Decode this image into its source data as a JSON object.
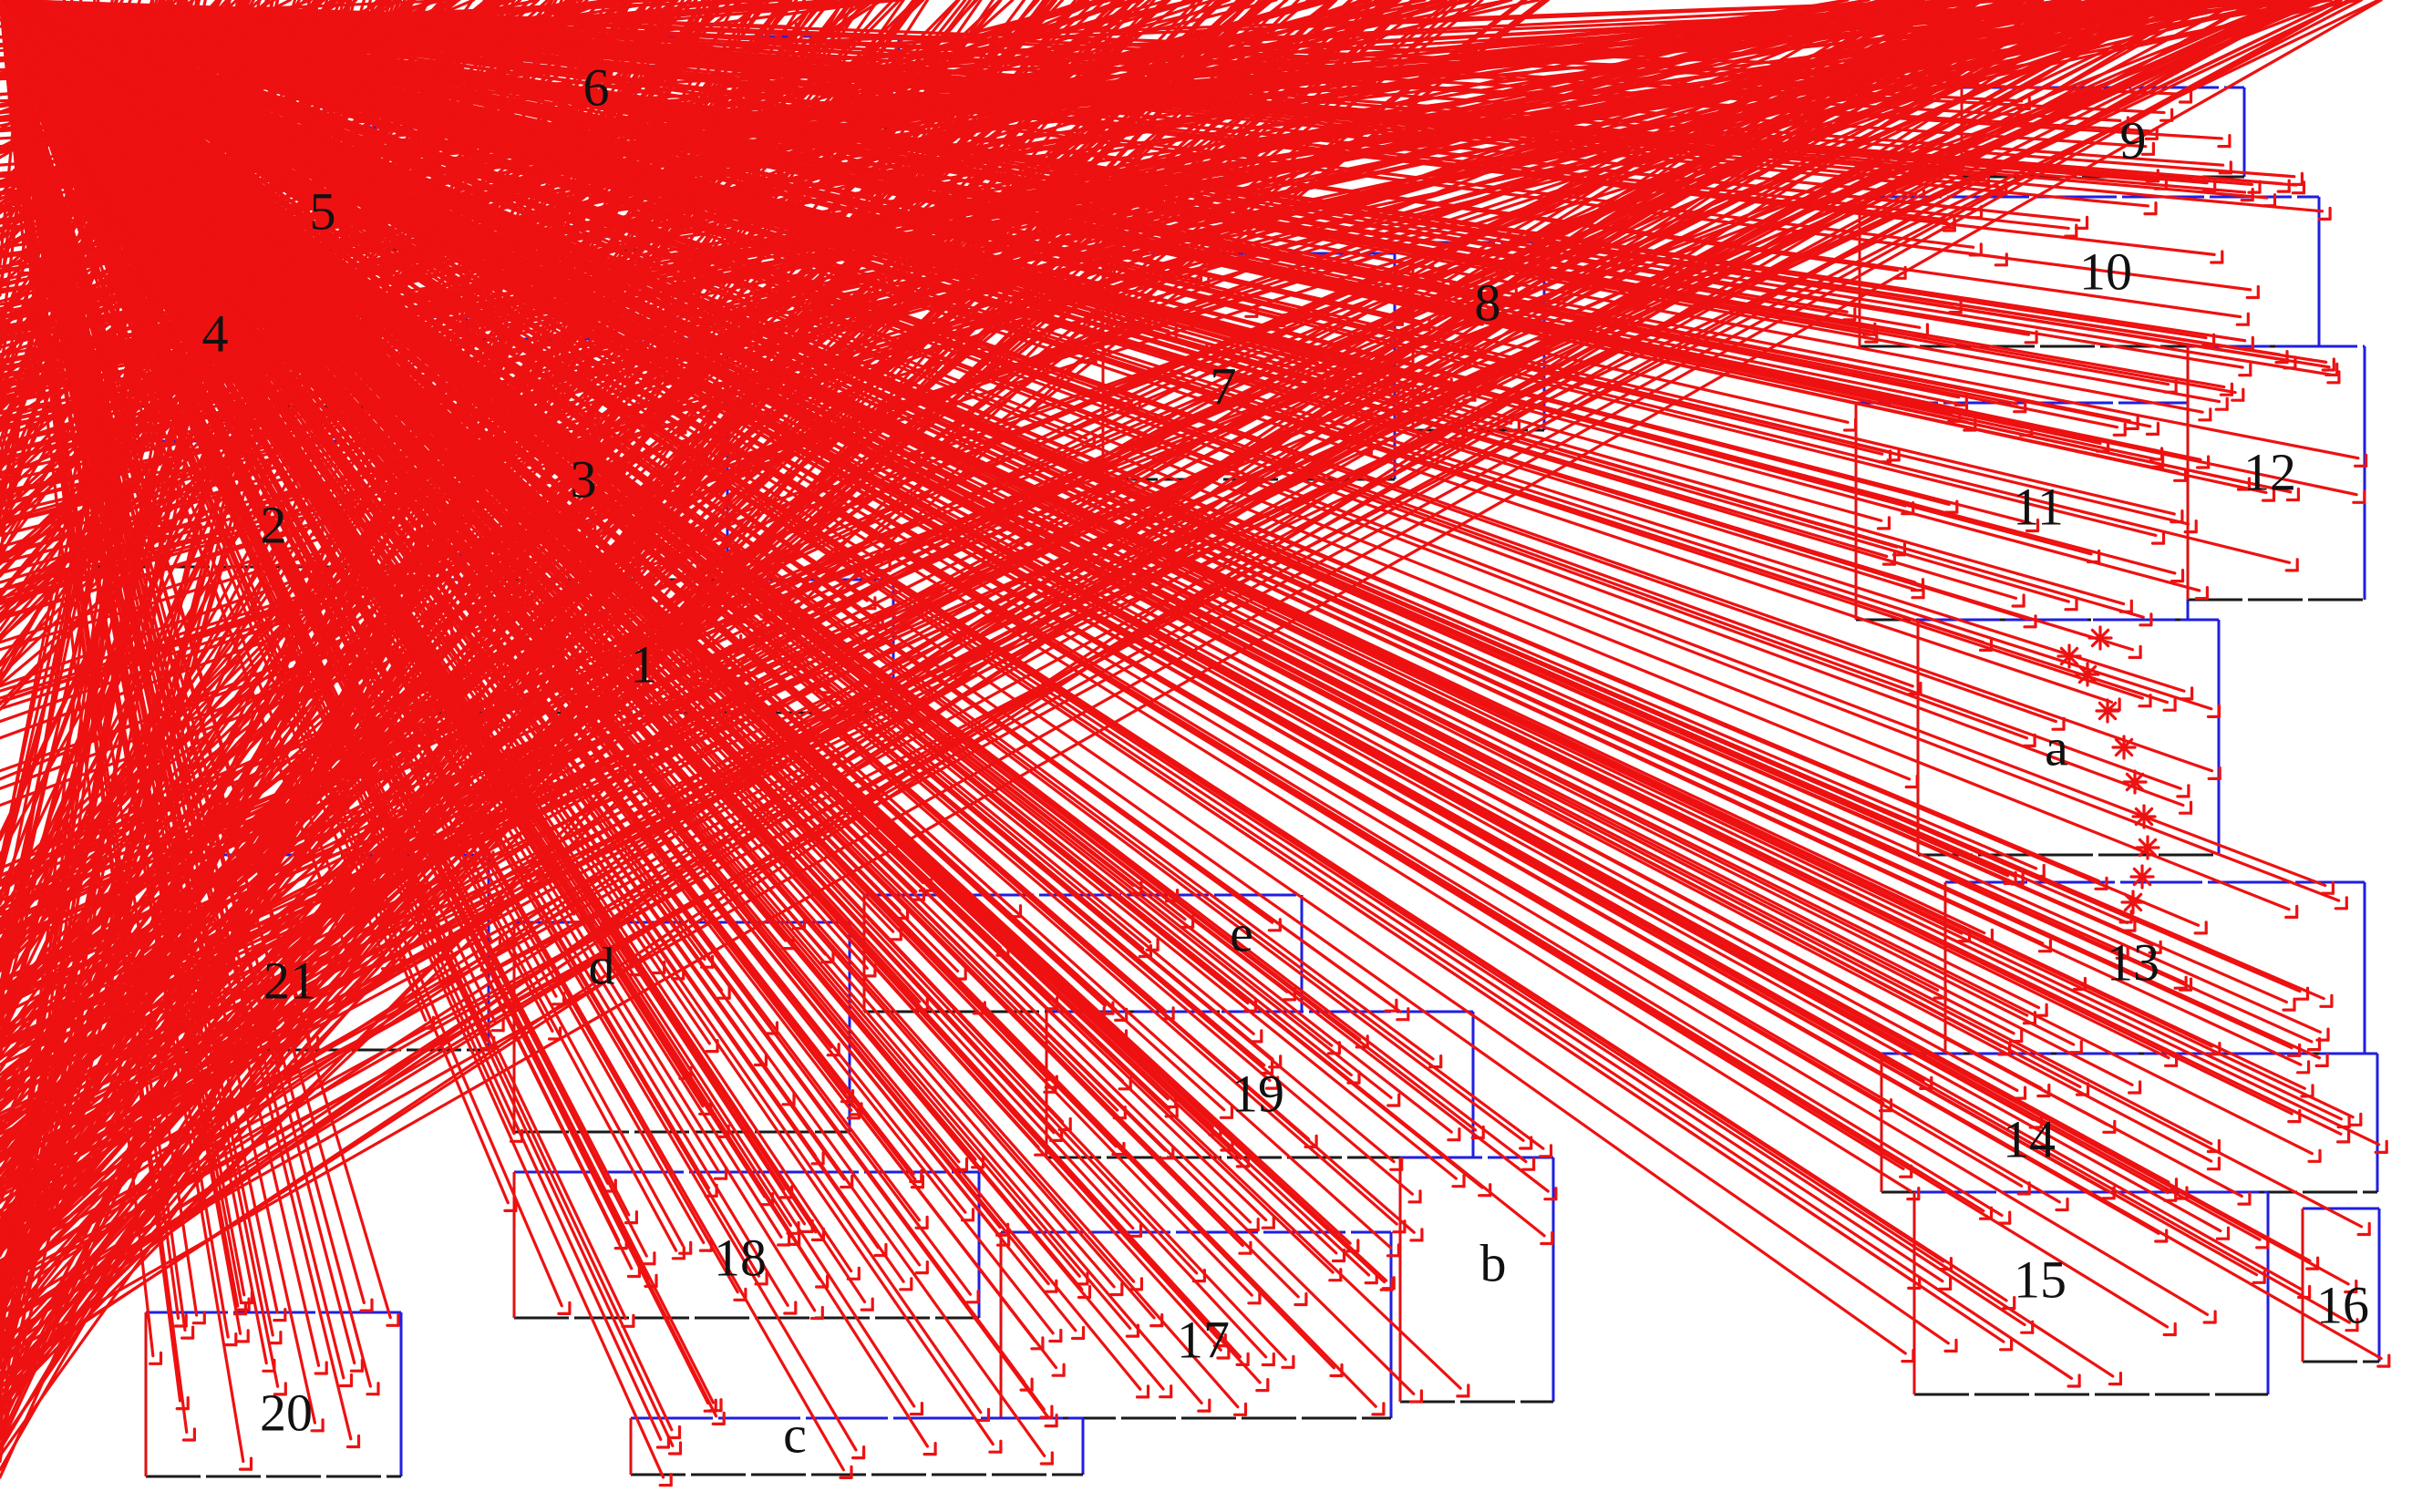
{
  "colors": {
    "background": "#ffffff",
    "top_right_edge": "#1f1fe0",
    "bottom_left_edge": "#1a1a1a",
    "left_edge": "#e01010",
    "point": "#ee1111",
    "label": "#111111"
  },
  "regions": [
    {
      "label": "1"
    },
    {
      "label": "2"
    },
    {
      "label": "3"
    },
    {
      "label": "4"
    },
    {
      "label": "5"
    },
    {
      "label": "6"
    },
    {
      "label": "7"
    },
    {
      "label": "8"
    },
    {
      "label": "9"
    },
    {
      "label": "10"
    },
    {
      "label": "11"
    },
    {
      "label": "12"
    },
    {
      "label": "a"
    },
    {
      "label": "13"
    },
    {
      "label": "14"
    },
    {
      "label": "15"
    },
    {
      "label": "16"
    },
    {
      "label": "21"
    },
    {
      "label": "d"
    },
    {
      "label": "e"
    },
    {
      "label": "19"
    },
    {
      "label": "18"
    },
    {
      "label": "b"
    },
    {
      "label": "17"
    },
    {
      "label": "20"
    },
    {
      "label": "c"
    }
  ]
}
